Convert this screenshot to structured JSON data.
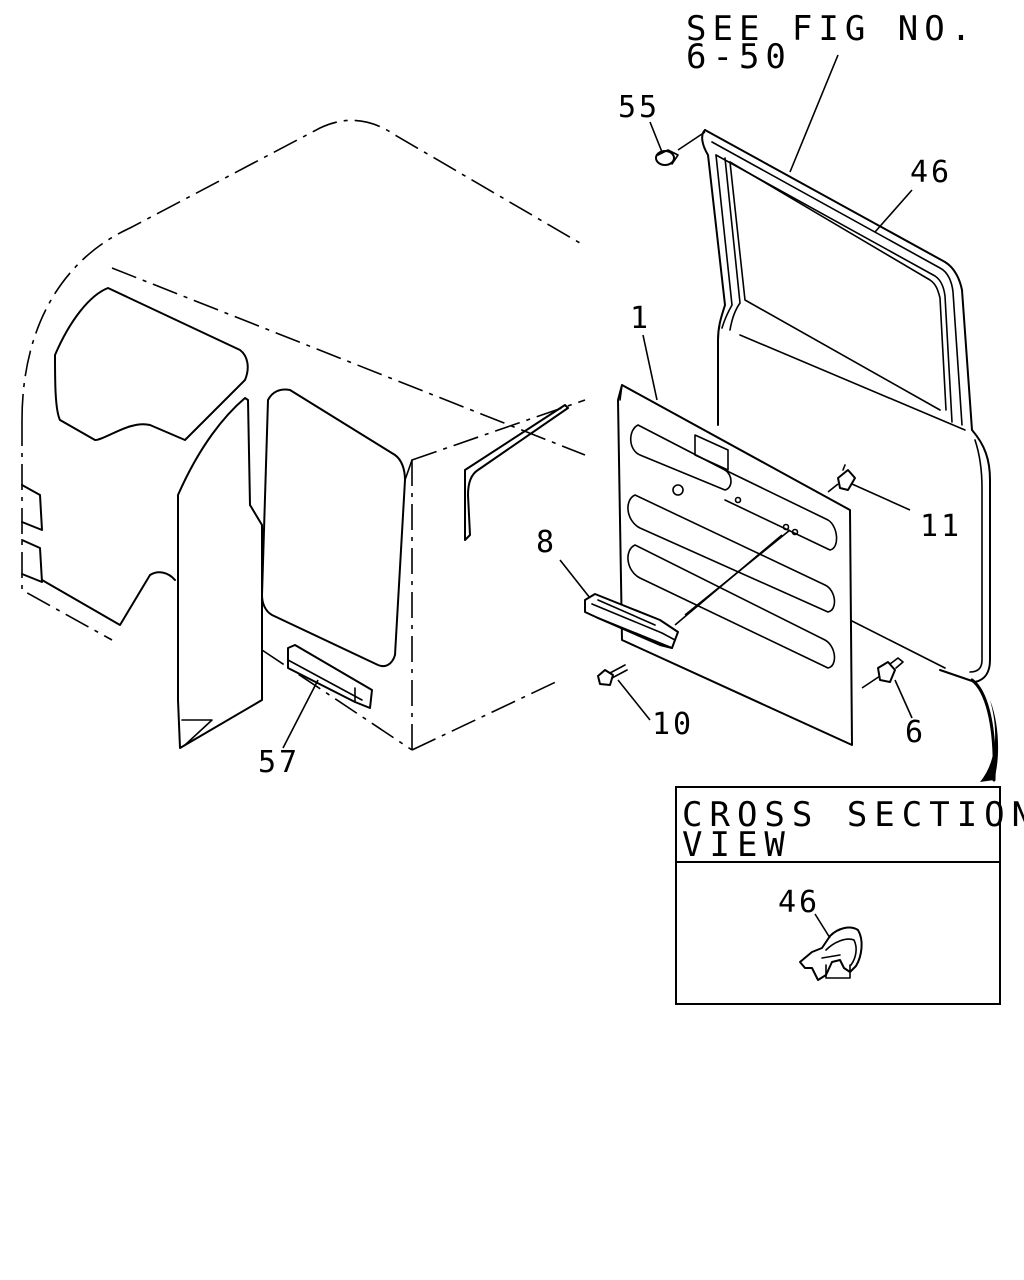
{
  "reference_note": {
    "line1": "SEE FIG NO.",
    "line2": "6-50"
  },
  "callouts": {
    "c1": "1",
    "c6": "6",
    "c8": "8",
    "c10": "10",
    "c11": "11",
    "c46": "46",
    "c55": "55",
    "c57": "57"
  },
  "cross_section": {
    "title_line1": "CROSS SECTION",
    "title_line2": "VIEW",
    "callout": "46"
  }
}
